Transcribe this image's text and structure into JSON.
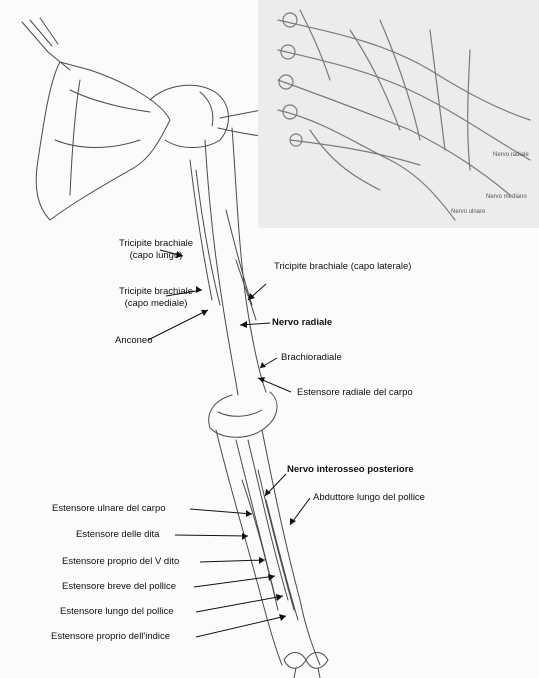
{
  "labels": {
    "tricipite_lungo_1": "Tricipite brachiale",
    "tricipite_lungo_2": "(capo lungo)",
    "tricipite_mediale_1": "Tricipite brachiale",
    "tricipite_mediale_2": "(capo mediale)",
    "tricipite_laterale": "Tricipite brachiale (capo laterale)",
    "anconeo": "Anconeo",
    "nervo_radiale": "Nervo radiale",
    "brachioradiale": "Brachioradiale",
    "estensore_radiale_carpo": "Estensore radiale del carpo",
    "nervo_interosseo": "Nervo interosseo posteriore",
    "abduttore_lungo": "Abduttore lungo del pollice",
    "estensore_ulnare": "Estensore ulnare del carpo",
    "estensore_dita": "Estensore delle dita",
    "estensore_v_dito": "Estensore proprio del V dito",
    "estensore_breve": "Estensore breve del pollice",
    "estensore_lungo": "Estensore lungo del pollice",
    "estensore_indice": "Estensore proprio dell'indice"
  },
  "inset": {
    "nervo_radiale": "Nervo radiale",
    "nervo_mediano": "Nervo mediano",
    "nervo_ulnare": "Nervo ulnare"
  },
  "colors": {
    "paper": "#fbfbfb",
    "inset_bg": "#ececec",
    "ink": "#4a4a4a",
    "arrow": "#111111"
  }
}
